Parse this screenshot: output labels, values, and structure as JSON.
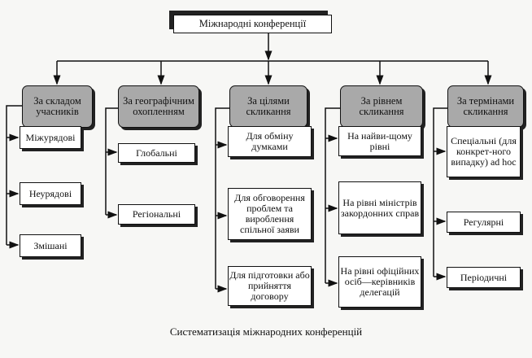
{
  "root": "Міжнародні конференції",
  "categories": [
    {
      "label": "За складом учасників",
      "items": [
        "Міжурядові",
        "Неурядові",
        "Змішані"
      ]
    },
    {
      "label": "За географічним охопленням",
      "items": [
        "Глобальні",
        "Регіональні"
      ]
    },
    {
      "label": "За цілями скликання",
      "items": [
        "Для обміну думками",
        "Для обговорення проблем та вироблення спільної заяви",
        "Для підготовки або прийняття договору"
      ]
    },
    {
      "label": "За рівнем скликання",
      "items": [
        "На найви-щому рівні",
        "На рівні міністрів закордонних справ",
        "На рівні офіційних осіб—керівників делегацій"
      ]
    },
    {
      "label": "За термінами скликання",
      "items": [
        "Спеціальні (для конкрет-ного випадку) ad hoc",
        "Регулярні",
        "Періодичні"
      ]
    }
  ],
  "caption": "Систематизація міжнародних конференцій"
}
